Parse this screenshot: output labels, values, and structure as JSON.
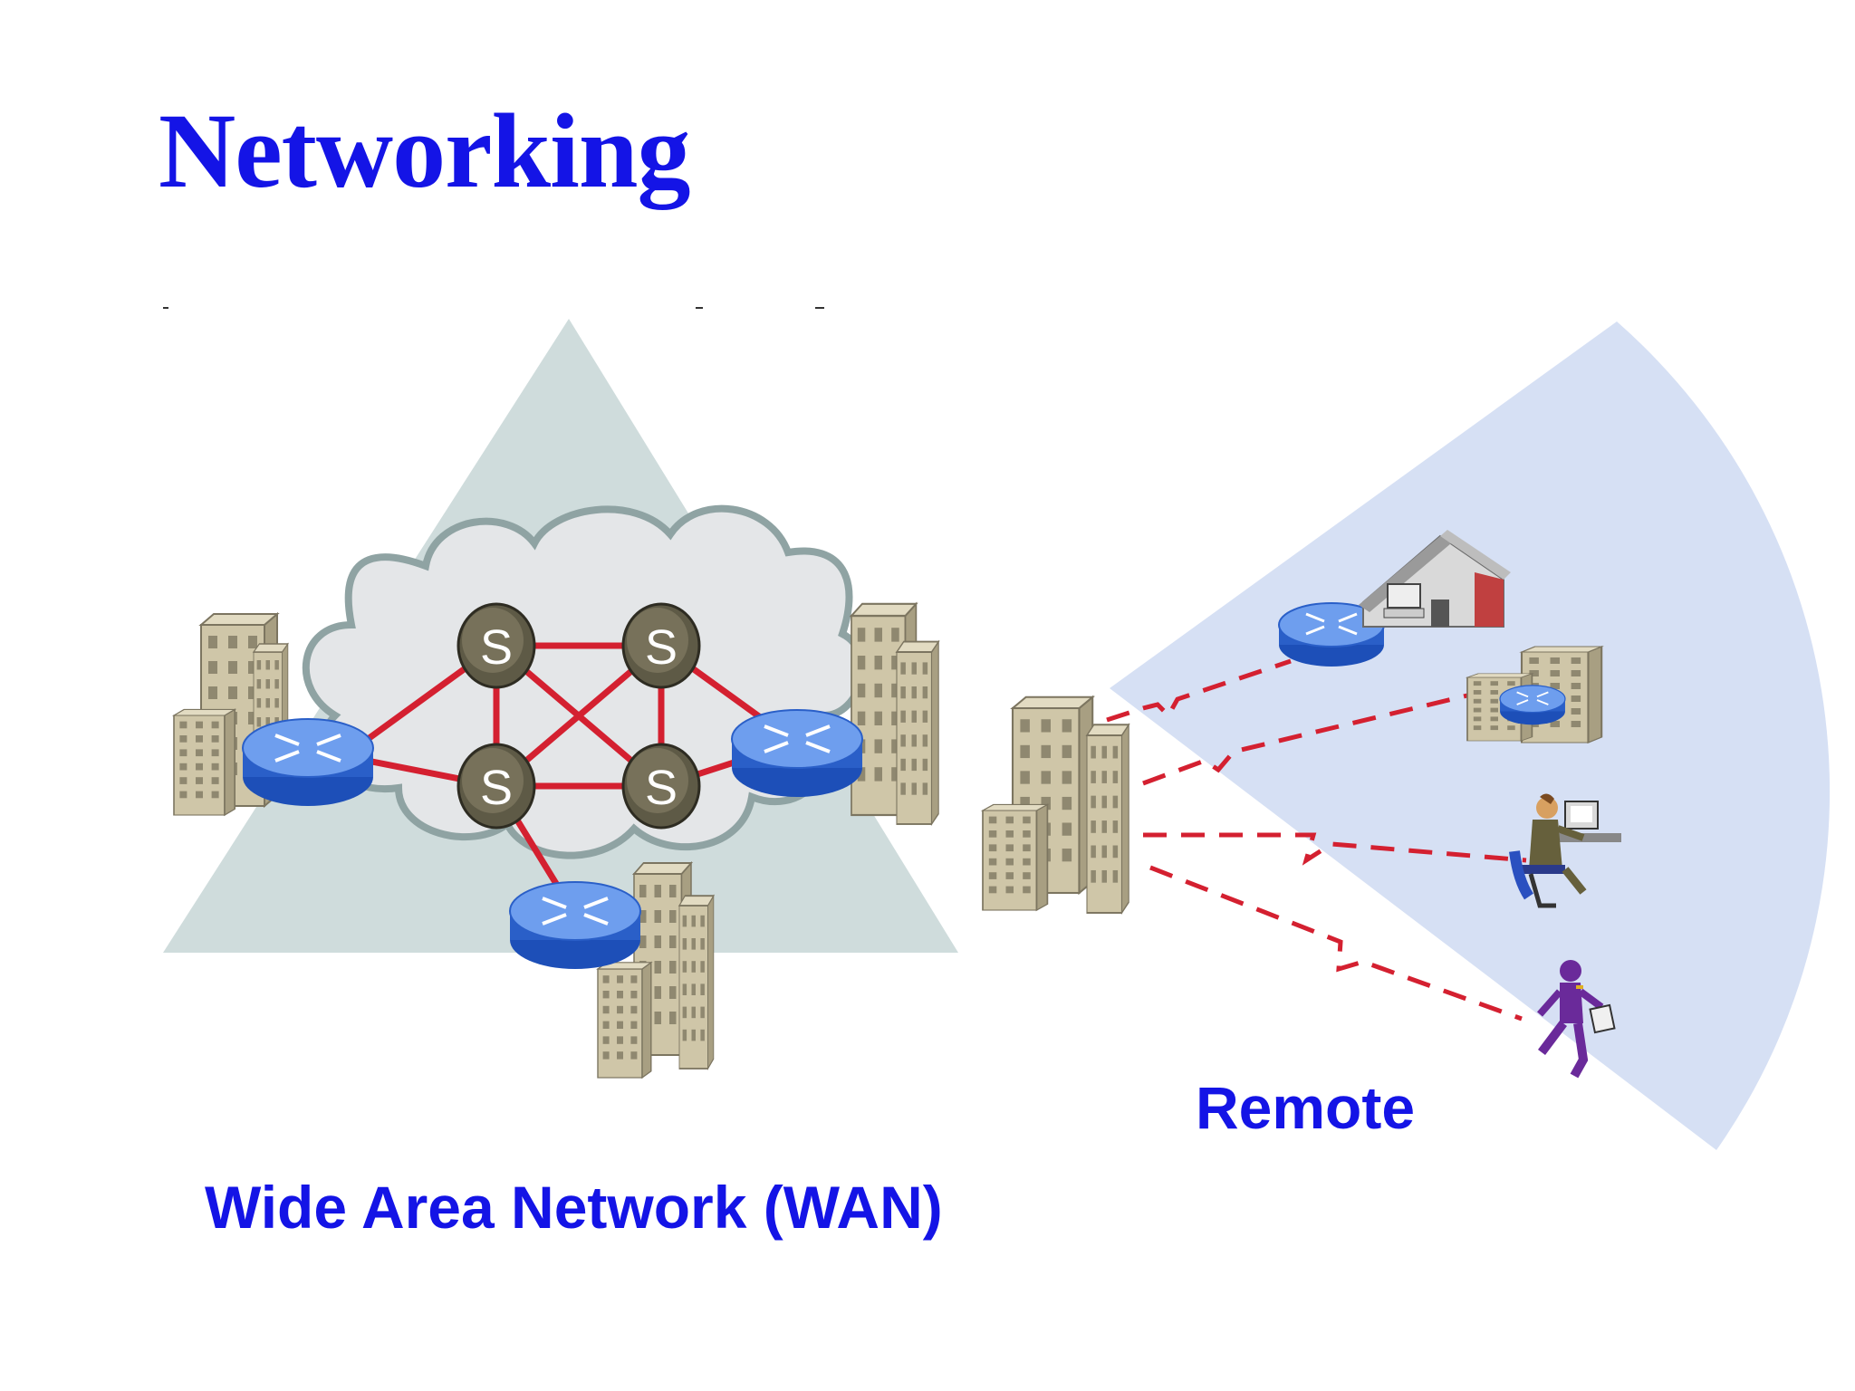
{
  "slide": {
    "title": "Networking",
    "wan_label": "Wide Area Network (WAN)",
    "remote_label": "Remote"
  },
  "diagram": {
    "switch_label": "S",
    "icons": [
      "triangle-backdrop",
      "network-cloud",
      "switch-icon",
      "router-icon",
      "office-building-icon",
      "house-icon",
      "office-worker-icon",
      "mobile-user-icon",
      "remote-coverage-fan"
    ],
    "colors": {
      "title_text": "#1414e6",
      "wan_link": "#d42030",
      "remote_link": "#d42030",
      "router_blue": "#3a6fd8",
      "switch_body": "#6b6650",
      "building": "#cfc6a8",
      "cloud": "#e4e6e8",
      "triangle": "#cfdcdc",
      "fan": "#d6e0f4"
    }
  }
}
